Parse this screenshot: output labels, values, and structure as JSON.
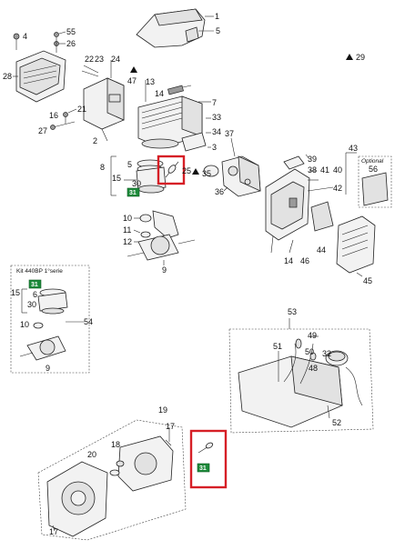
{
  "callouts": {
    "n1": "1",
    "n2": "2",
    "n3": "3",
    "n4": "4",
    "n5": "5",
    "n6": "6",
    "n7": "7",
    "n8": "8",
    "n9": "9",
    "n10": "10",
    "n11": "11",
    "n12": "12",
    "n13": "13",
    "n14": "14",
    "n15": "15",
    "n16": "16",
    "n17": "17",
    "n18": "18",
    "n19": "19",
    "n20": "20",
    "n21": "21",
    "n22": "22",
    "n23": "23",
    "n24": "24",
    "n25": "25",
    "n26": "26",
    "n27": "27",
    "n28": "28",
    "n29": "29",
    "n30": "30",
    "n31": "31",
    "n32": "32",
    "n33": "33",
    "n34": "34",
    "n35": "35",
    "n36": "36",
    "n37": "37",
    "n38": "38",
    "n39": "39",
    "n40": "40",
    "n41": "41",
    "n42": "42",
    "n43": "43",
    "n44": "44",
    "n45": "45",
    "n46": "46",
    "n47": "47",
    "n48": "48",
    "n49": "49",
    "n50": "50",
    "n51": "51",
    "n52": "52",
    "n53": "53",
    "n54": "54",
    "n55": "55",
    "n56": "56"
  },
  "kit_box": {
    "title": "Kit 440BP  1°serie",
    "items": [
      "15",
      "6",
      "30",
      "10",
      "54",
      "9"
    ]
  },
  "optional_box": {
    "label": "Optional",
    "number": "56"
  },
  "badges": {
    "ring_kit": "31",
    "kit_box_badge": "31",
    "highlight_badge": "31"
  },
  "colors": {
    "highlight": "#d61f26",
    "badge": "#1c8a3a"
  }
}
